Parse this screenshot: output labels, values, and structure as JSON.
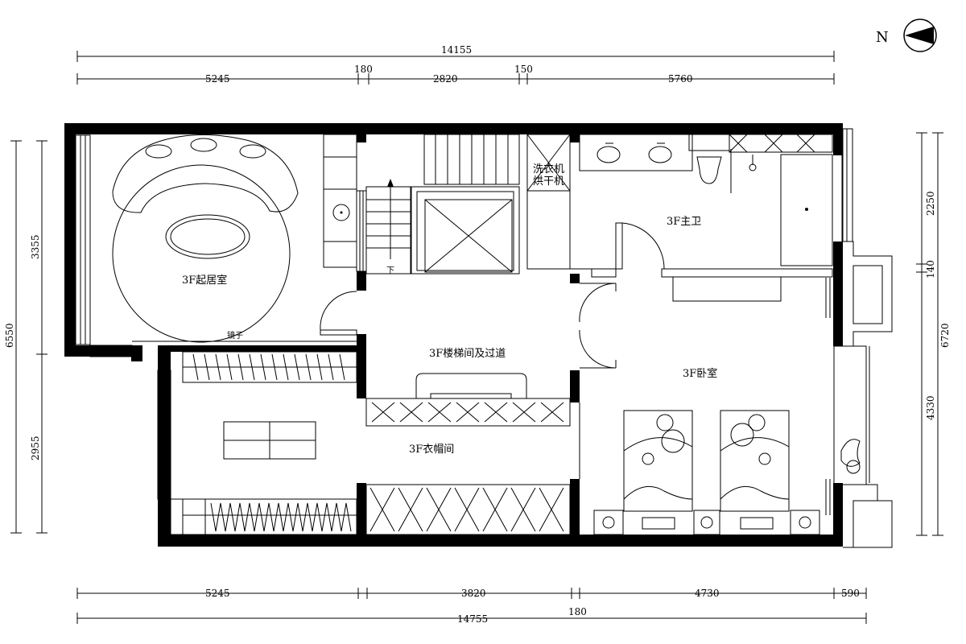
{
  "compass": {
    "label": "N"
  },
  "dimensions": {
    "top_total": "14155",
    "top_segments": [
      "5245",
      "180",
      "2820",
      "150",
      "5760"
    ],
    "bottom_segments": [
      "5245",
      "3820",
      "4730",
      "590"
    ],
    "bottom_total": "14755",
    "bottom_extra": "180",
    "left_segments": [
      "3355",
      "2955"
    ],
    "left_total": "6550",
    "right_segments": [
      "2250",
      "140",
      "4330"
    ],
    "right_total": "6720"
  },
  "rooms": {
    "living": "3F起居室",
    "stair": "3F楼梯间及过道",
    "cloak": "3F衣帽间",
    "bath": "3F主卫",
    "bedroom": "3F卧室"
  },
  "annotations": {
    "mirror": "镜子",
    "washer_line1": "洗衣机",
    "washer_line2": "烘干机",
    "down": "下"
  }
}
